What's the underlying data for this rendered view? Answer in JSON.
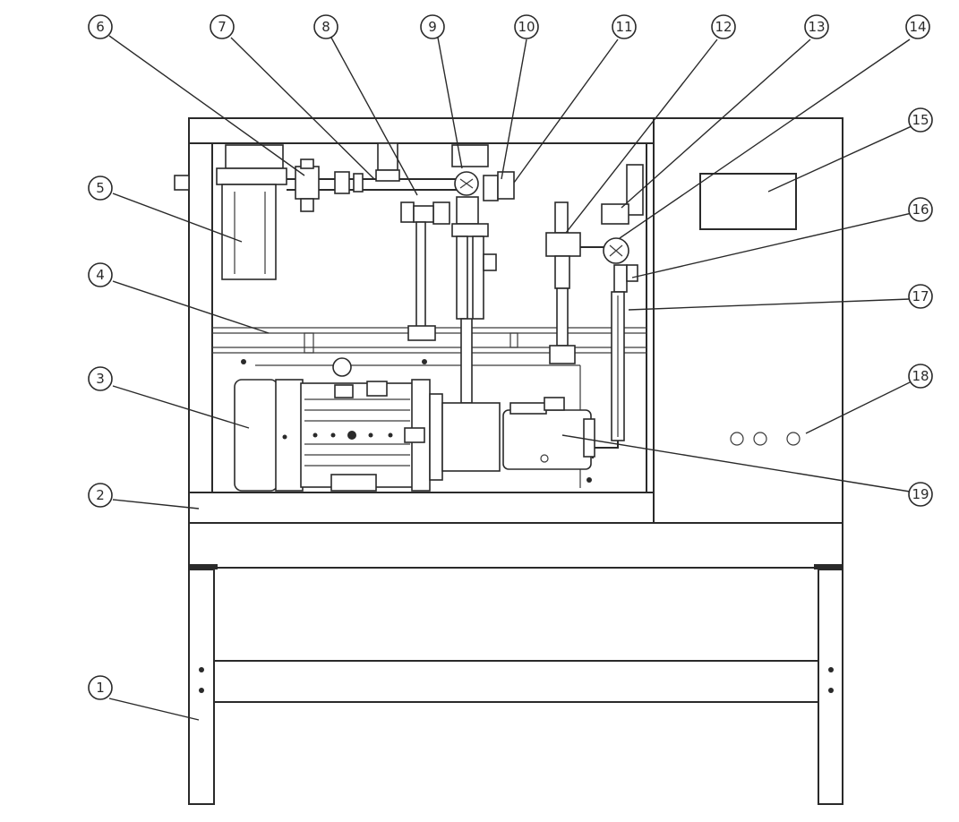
{
  "callouts": [
    {
      "label": "1"
    },
    {
      "label": "2"
    },
    {
      "label": "3"
    },
    {
      "label": "4"
    },
    {
      "label": "5"
    },
    {
      "label": "6"
    },
    {
      "label": "7"
    },
    {
      "label": "8"
    },
    {
      "label": "9"
    },
    {
      "label": "10"
    },
    {
      "label": "11"
    },
    {
      "label": "12"
    },
    {
      "label": "13"
    },
    {
      "label": "14"
    },
    {
      "label": "15"
    },
    {
      "label": "16"
    },
    {
      "label": "17"
    },
    {
      "label": "18"
    },
    {
      "label": "19"
    }
  ],
  "colors": {
    "line": "#2a2a2a",
    "background": "#ffffff"
  }
}
